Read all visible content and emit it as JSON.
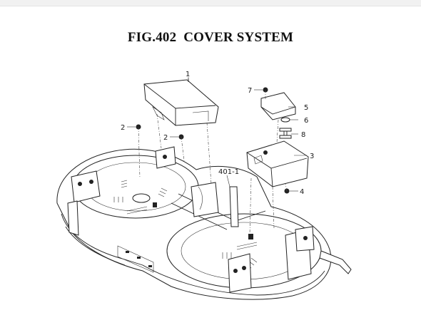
{
  "figure": {
    "number": "FIG.402",
    "title": "COVER SYSTEM"
  },
  "callouts": {
    "c1": "1",
    "c2a": "2",
    "c2b": "2",
    "c3": "3",
    "c4": "4",
    "c5": "5",
    "c6": "6",
    "c7": "7",
    "c8": "8",
    "c401": "401-1"
  }
}
